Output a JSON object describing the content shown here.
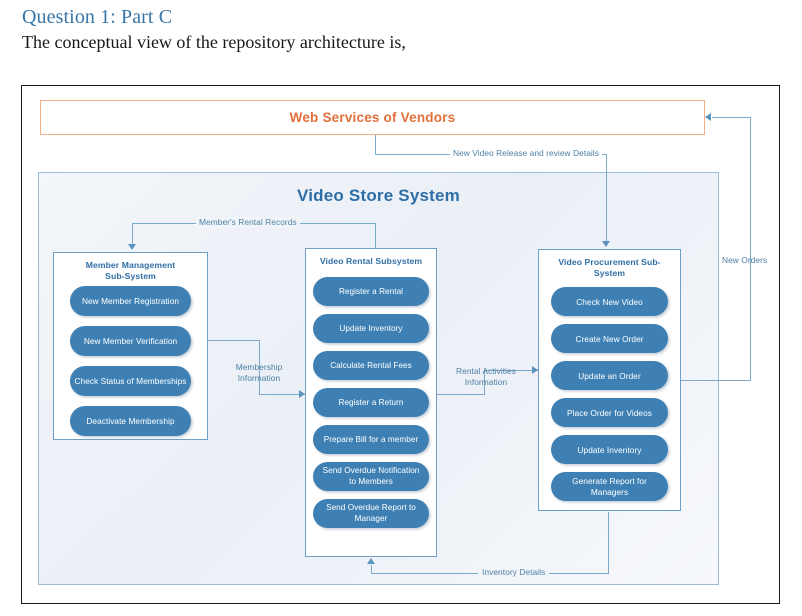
{
  "document": {
    "heading": "Question 1: Part C",
    "subheading": "The conceptual view of the repository architecture is,",
    "heading_color": "#3776a8"
  },
  "diagram": {
    "external": {
      "label": "Web Services of Vendors",
      "color": "#e2703a",
      "border_color": "#f0b08a"
    },
    "system": {
      "title": "Video Store System",
      "title_color": "#2e6ea6",
      "border_color": "#9dbcd6"
    },
    "subsystems": [
      {
        "id": "member-management",
        "title": "Member Management Sub-System",
        "title_lines": [
          "Member Management",
          "Sub-System"
        ],
        "components": [
          "New Member Registration",
          "New Member Verification",
          "Check Status of Memberships",
          "Deactivate Membership"
        ]
      },
      {
        "id": "video-rental",
        "title": "Video Rental Subsystem",
        "title_lines": [
          "Video Rental Subsystem"
        ],
        "components": [
          "Register a Rental",
          "Update Inventory",
          "Calculate Rental Fees",
          "Register a Return",
          "Prepare Bill for a member",
          "Send Overdue Notification to Members",
          "Send Overdue Report to Manager"
        ]
      },
      {
        "id": "video-procurement",
        "title": "Video Procurement Sub-System",
        "title_lines": [
          "Video Procurement Sub-",
          "System"
        ],
        "components": [
          "Check New Video",
          "Create New Order",
          "Update an Order",
          "Place Order for Videos",
          "Update Inventory",
          "Generate Report for Managers"
        ]
      }
    ],
    "connectors": [
      {
        "id": "new-video-release",
        "label": "New Video Release and review Details",
        "from": "Web Services of Vendors",
        "to": "Video Procurement Sub-System"
      },
      {
        "id": "new-orders",
        "label": "New Orders",
        "from": "Video Procurement Sub-System",
        "to": "Web Services of Vendors"
      },
      {
        "id": "members-rental-records",
        "label": "Member's Rental Records",
        "from": "Video Rental Subsystem",
        "to": "Member Management Sub-System"
      },
      {
        "id": "membership-information",
        "label": "Membership Information",
        "from": "Member Management Sub-System",
        "to": "Video Rental Subsystem"
      },
      {
        "id": "rental-activities-information",
        "label": "Rental Activities Information",
        "from": "Video Rental Subsystem",
        "to": "Video Procurement Sub-System"
      },
      {
        "id": "inventory-details",
        "label": "Inventory Details",
        "from": "Video Procurement Sub-System",
        "to": "Video Rental Subsystem"
      }
    ],
    "colors": {
      "pill_fill": "#3e80b4",
      "pill_text": "#ffffff",
      "connector_line": "#7ba9ca",
      "connector_text": "#4d7fa3"
    }
  }
}
